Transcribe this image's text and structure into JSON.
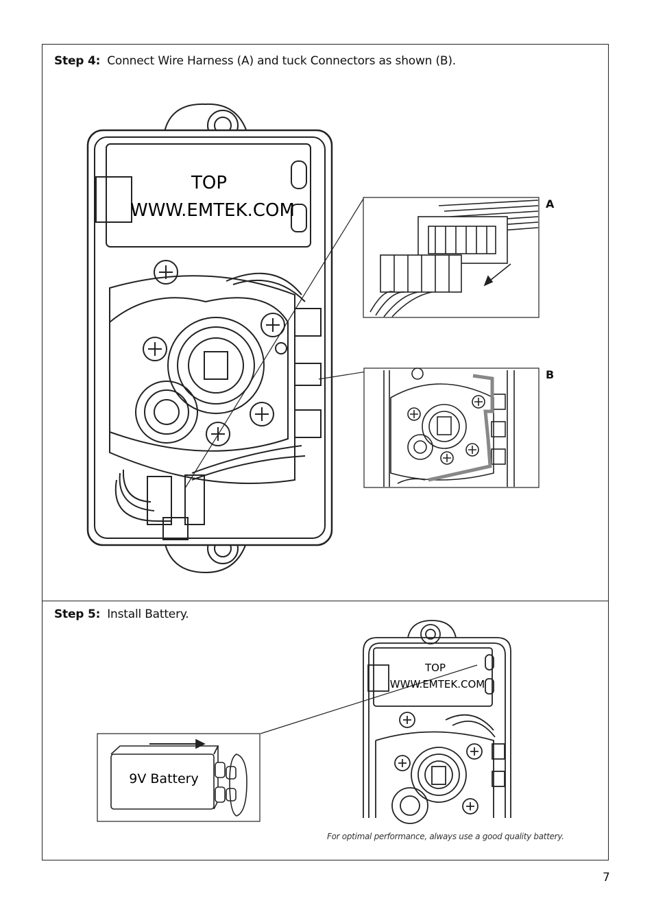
{
  "step4": {
    "label": "Step 4:",
    "text": "Connect Wire Harness (A) and tuck Connectors as shown (B)."
  },
  "step5": {
    "label": "Step 5:",
    "text": "Install Battery."
  },
  "callouts": {
    "a": "A",
    "b": "B"
  },
  "battery_compartment": {
    "line1": "TOP",
    "line2": "WWW.EMTEK.COM"
  },
  "battery": {
    "label": "9V Battery"
  },
  "note": "For optimal performance, always use a good quality battery.",
  "page_number": "7"
}
